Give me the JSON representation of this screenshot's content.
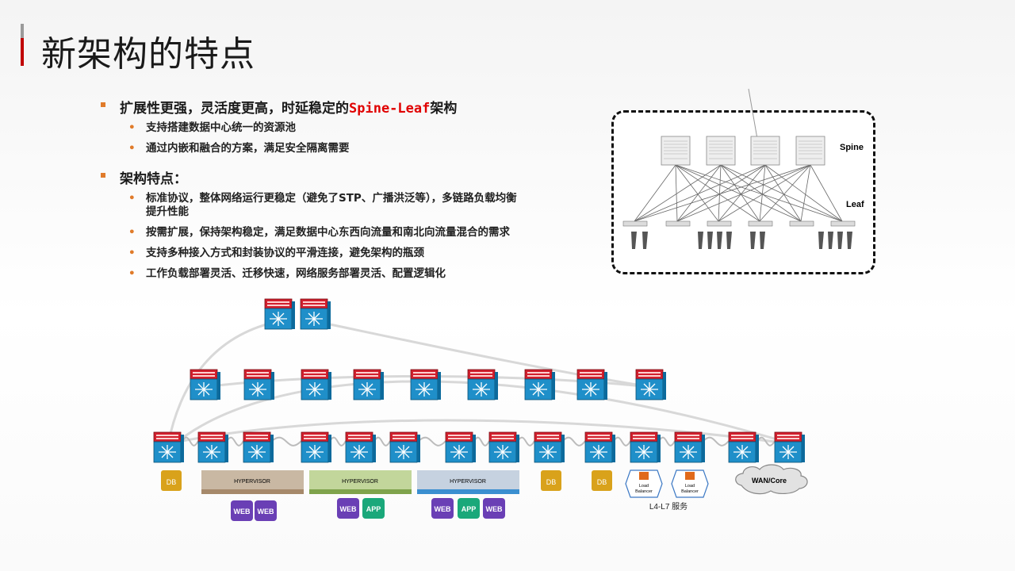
{
  "title": "新架构的特点",
  "section1": {
    "prefix": "扩展性更强，灵活度更高，时延稳定的",
    "highlight": "Spine-Leaf",
    "suffix": "架构",
    "items": [
      "支持搭建数据中心统一的资源池",
      "通过内嵌和融合的方案，满足安全隔离需要"
    ]
  },
  "section2": {
    "heading": "架构特点：",
    "items": [
      "标准协议，整体网络运行更稳定（避免了STP、广播洪泛等），多链路负载均衡提升性能",
      "按需扩展，保持架构稳定，满足数据中心东西向流量和南北向流量混合的需求",
      "支持多种接入方式和封装协议的平滑连接，避免架构的瓶颈",
      "工作负载部署灵活、迁移快速，网络服务部署灵活、配置逻辑化"
    ]
  },
  "diagram": {
    "spine_label": "Spine",
    "leaf_label": "Leaf",
    "db_label": "DB",
    "hypervisor_label": "HYPERVISOR",
    "web_label": "WEB",
    "app_label": "APP",
    "lb_label_1": "Load",
    "lb_label_2": "Balancer",
    "services_label": "L4-L7 服务",
    "wan_label": "WAN/Core"
  },
  "colors": {
    "accent_red": "#c00000",
    "bullet_orange": "#e07b2a",
    "switch_blue": "#1f8fc9",
    "switch_red": "#d11f2d",
    "db_gold": "#d9a21b",
    "vm_purple": "#6a3fb5",
    "vm_green": "#1aa87a"
  }
}
